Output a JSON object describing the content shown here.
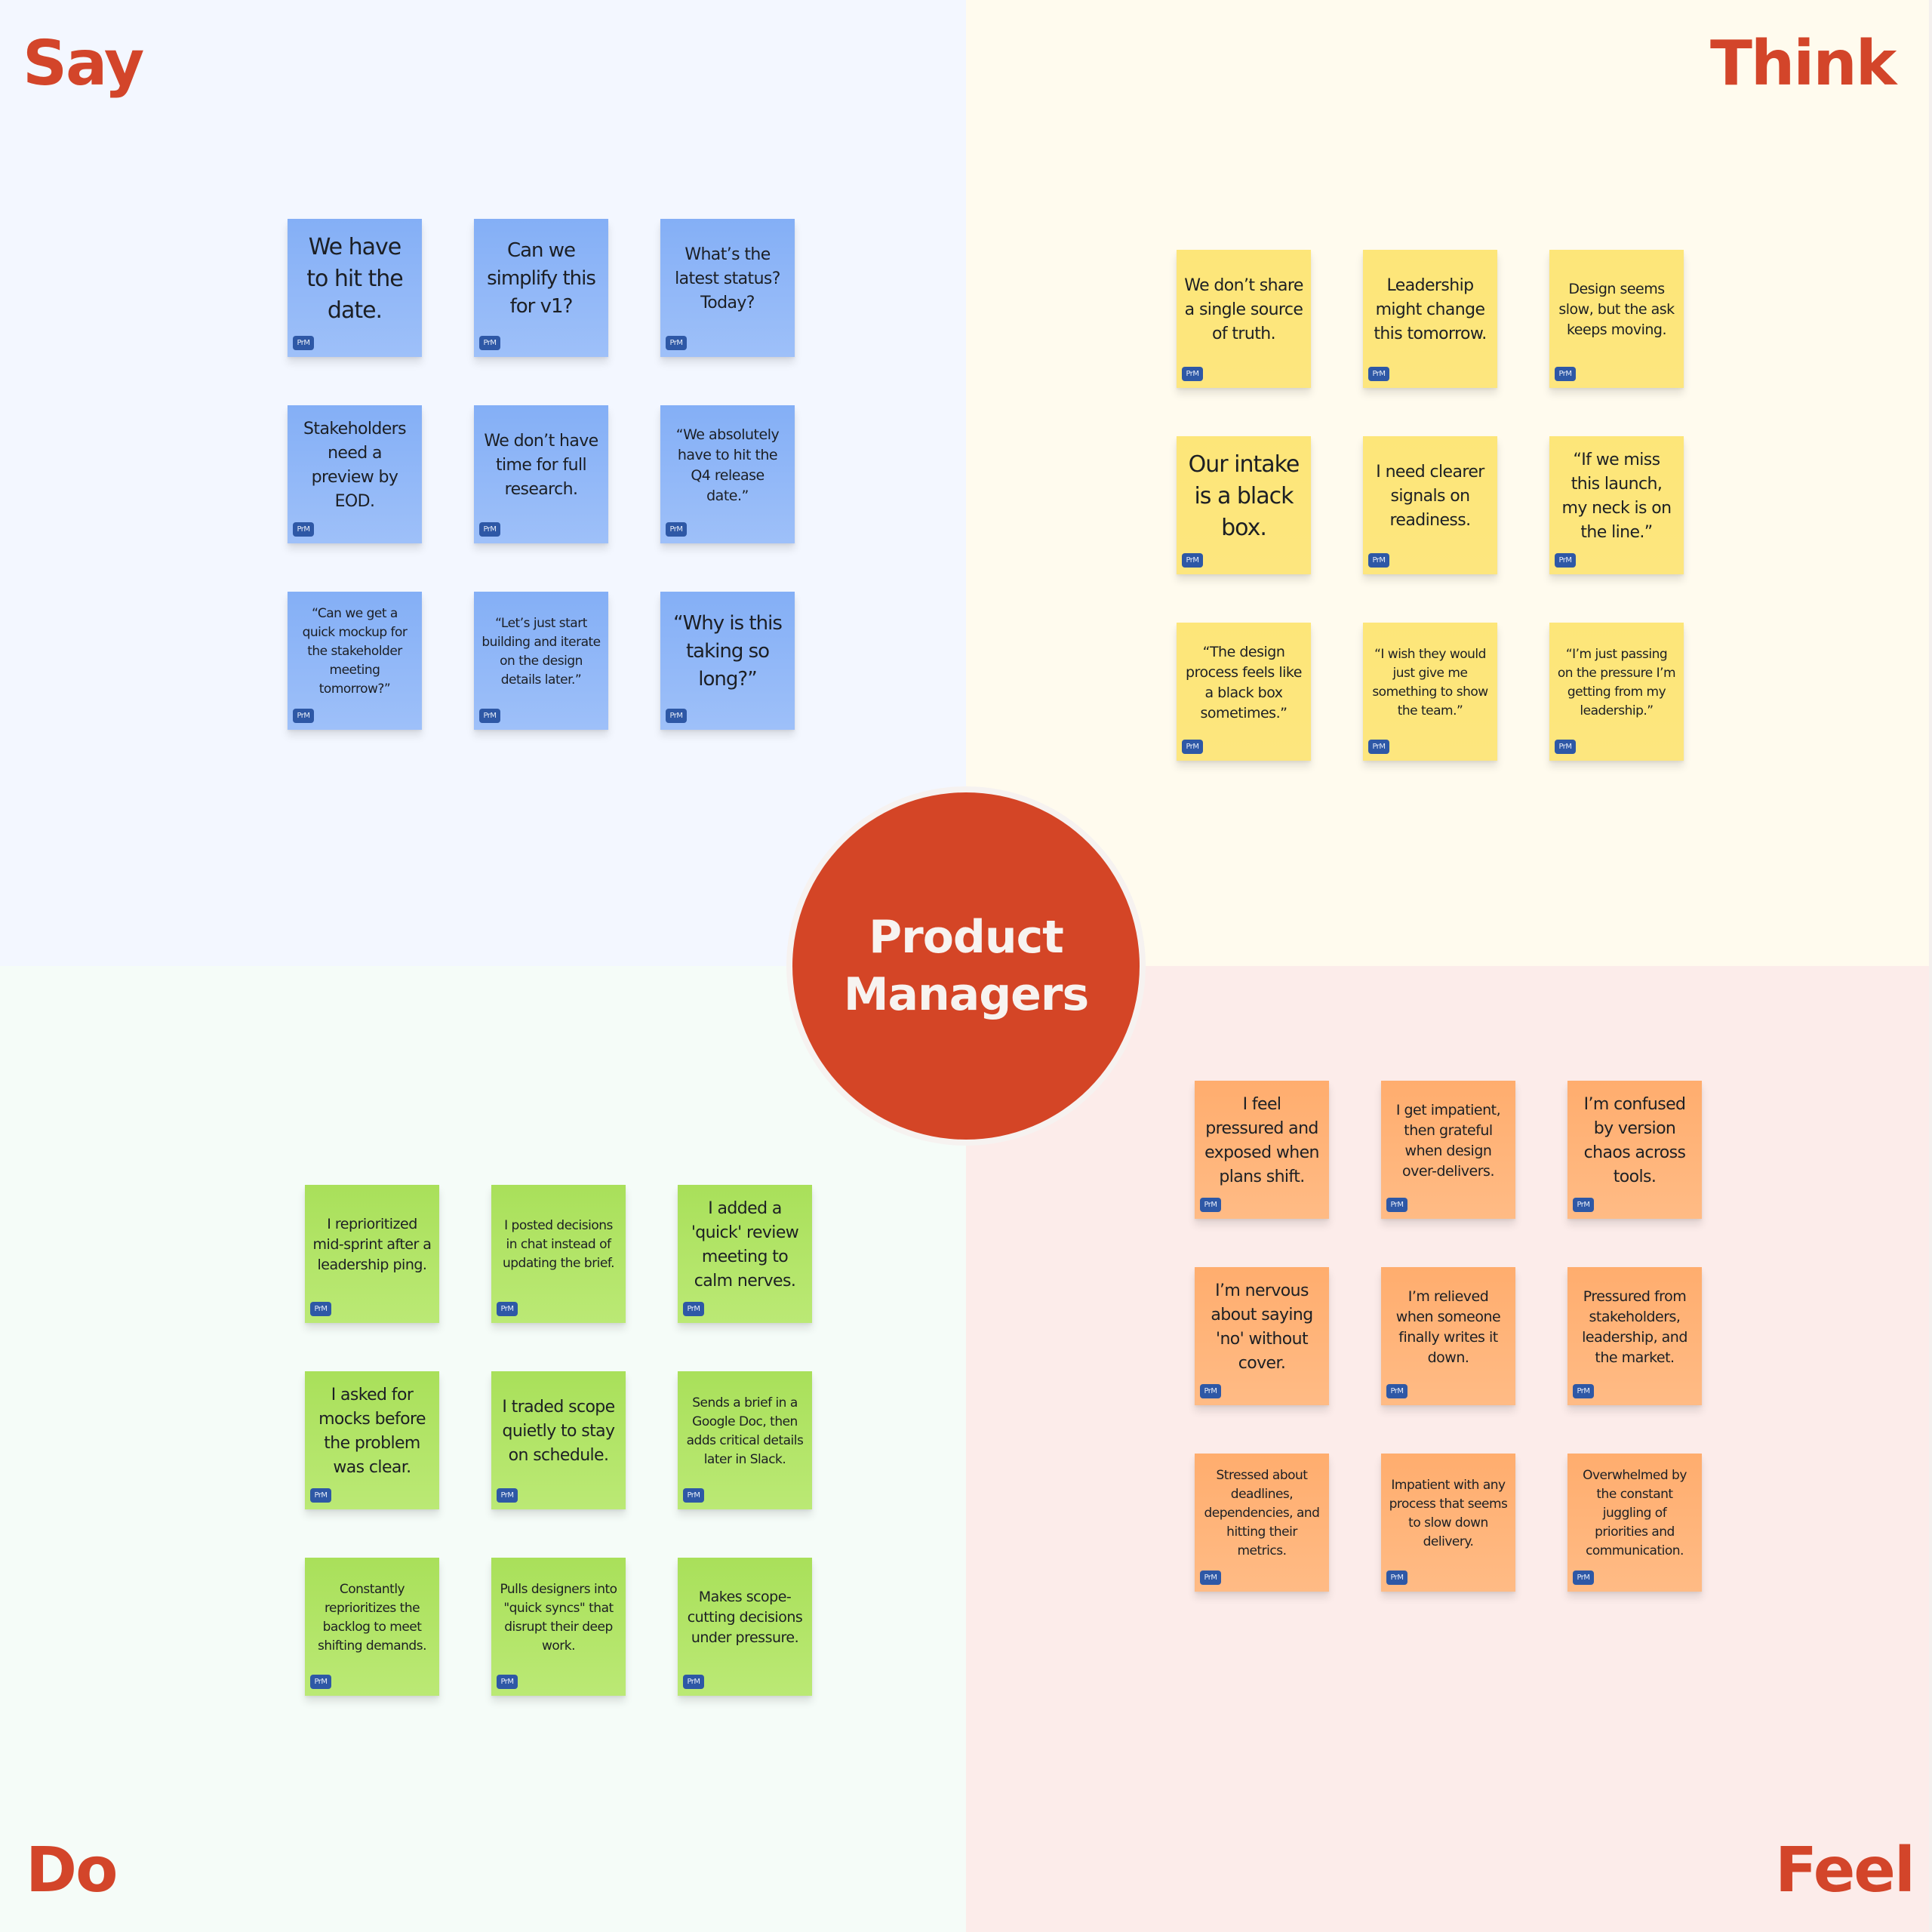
{
  "center": {
    "title": "Product Managers"
  },
  "colors": {
    "accent": "#d44526",
    "say_bg": "#f3f7ff",
    "think_bg": "#fffbee",
    "do_bg": "#f5fcf8",
    "feel_bg": "#fcecea",
    "note_blue": "#8fb5f7",
    "note_yellow": "#fde67b",
    "note_green": "#b1e466",
    "note_orange": "#ffb479",
    "badge": "#2e58a6"
  },
  "quadrants": {
    "say": {
      "label": "Say",
      "notes": [
        {
          "text": "We have to hit the date.",
          "badge": "PrM"
        },
        {
          "text": "Can we simplify this for v1?",
          "badge": "PrM"
        },
        {
          "text": "What’s the latest status? Today?",
          "badge": "PrM"
        },
        {
          "text": "Stakeholders need a preview by EOD.",
          "badge": "PrM"
        },
        {
          "text": "We don’t have time for full research.",
          "badge": "PrM"
        },
        {
          "text": "“We absolutely have to hit the Q4 release date.”",
          "badge": "PrM"
        },
        {
          "text": "“Can we get a quick mockup for the stakeholder meeting tomorrow?”",
          "badge": "PrM"
        },
        {
          "text": "“Let’s just start building and iterate on the design details later.”",
          "badge": "PrM"
        },
        {
          "text": "“Why is this taking so long?”",
          "badge": "PrM"
        }
      ]
    },
    "think": {
      "label": "Think",
      "notes": [
        {
          "text": "We don’t share a single source of truth.",
          "badge": "PrM"
        },
        {
          "text": "Leadership might change this tomorrow.",
          "badge": "PrM"
        },
        {
          "text": "Design seems slow, but the ask keeps moving.",
          "badge": "PrM"
        },
        {
          "text": "Our intake is a black box.",
          "badge": "PrM"
        },
        {
          "text": "I need clearer signals on readiness.",
          "badge": "PrM"
        },
        {
          "text": "“If we miss this launch, my neck is on the line.”",
          "badge": "PrM"
        },
        {
          "text": "“The design process feels like a black box sometimes.”",
          "badge": "PrM"
        },
        {
          "text": "“I wish they would just give me something to show the team.”",
          "badge": "PrM"
        },
        {
          "text": "“I’m just passing on the pressure I’m getting from my leadership.”",
          "badge": "PrM"
        }
      ]
    },
    "do": {
      "label": "Do",
      "notes": [
        {
          "text": "I reprioritized mid-sprint after a leadership ping.",
          "badge": "PrM"
        },
        {
          "text": "I posted decisions in chat instead of updating the brief.",
          "badge": "PrM"
        },
        {
          "text": "I added a 'quick' review meeting to calm nerves.",
          "badge": "PrM"
        },
        {
          "text": "I asked for mocks before the problem was clear.",
          "badge": "PrM"
        },
        {
          "text": "I traded scope quietly to stay on schedule.",
          "badge": "PrM"
        },
        {
          "text": "Sends a brief in a Google Doc, then adds critical details later in Slack.",
          "badge": "PrM"
        },
        {
          "text": "Constantly reprioritizes the backlog to meet shifting demands.",
          "badge": "PrM"
        },
        {
          "text": "Pulls designers into \"quick syncs\" that disrupt their deep work.",
          "badge": "PrM"
        },
        {
          "text": "Makes scope-cutting decisions under pressure.",
          "badge": "PrM"
        }
      ]
    },
    "feel": {
      "label": "Feel",
      "notes": [
        {
          "text": "I feel pressured and exposed when plans shift.",
          "badge": "PrM"
        },
        {
          "text": "I get impatient, then grateful when design over-delivers.",
          "badge": "PrM"
        },
        {
          "text": "I’m confused by version chaos across tools.",
          "badge": "PrM"
        },
        {
          "text": "I’m nervous about saying 'no' without cover.",
          "badge": "PrM"
        },
        {
          "text": "I’m relieved when someone finally writes it down.",
          "badge": "PrM"
        },
        {
          "text": "Pressured from stakeholders, leadership, and the market.",
          "badge": "PrM"
        },
        {
          "text": "Stressed about deadlines, dependencies, and hitting their metrics.",
          "badge": "PrM"
        },
        {
          "text": "Impatient with any process that seems to slow down delivery.",
          "badge": "PrM"
        },
        {
          "text": "Overwhelmed by the constant juggling of priorities and communication.",
          "badge": "PrM"
        }
      ]
    }
  }
}
